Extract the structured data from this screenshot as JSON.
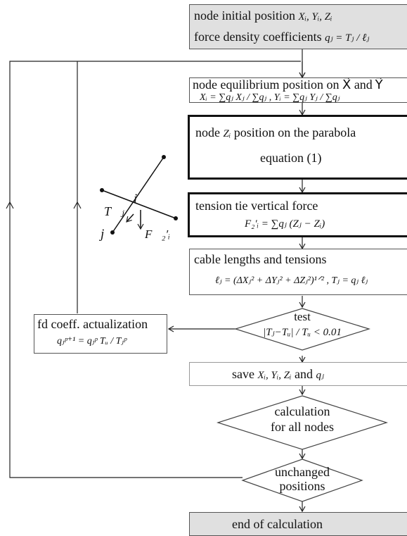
{
  "steps": {
    "init_line1": "node initial position",
    "init_math1": "Xᵢ, Yᵢ, Zᵢ",
    "init_line2": "force density coefficients",
    "init_math2": "qⱼ = Tⱼ / ℓⱼ",
    "equil_line1": "node equilibrium position on X⃗ and Y⃗",
    "equil_math": "Xᵢ = ∑qⱼ Xⱼ / ∑qⱼ , Yᵢ = ∑qⱼ Yⱼ / ∑qⱼ",
    "parab_line1": "node",
    "parab_math": "Zᵢ",
    "parab_line1b": "position on the parabola",
    "parab_line2": "equation (1)",
    "tie_line1": "tension tie vertical force",
    "tie_math": "F₂′ᵢ = ∑qⱼ (Zⱼ − Zᵢ)",
    "cable_line1": "cable lengths and tensions",
    "cable_math": "ℓⱼ = (ΔXⱼ² + ΔYⱼ² + ΔZⱼ²)¹ᐟ² , Tⱼ = qⱼ ℓⱼ",
    "test_label": "test",
    "test_math": "|Tⱼ−Tᵤ| / Tᵤ < 0.01",
    "fd_line1": "fd coeff. actualization",
    "fd_math": "qⱼᵖ⁺¹ = qⱼᵖ Tᵤ / Tⱼᵖ",
    "save_label": "save",
    "save_math": "Xᵢ, Yᵢ, Zᵢ",
    "save_and": "and",
    "save_math2": "qⱼ",
    "calc_line1": "calculation",
    "calc_line2": "for all nodes",
    "unch_line1": "unchanged",
    "unch_line2": "positions",
    "end_label": "end of calculation"
  },
  "sketch": {
    "label_i": "i",
    "label_j": "j",
    "label_T": "T⃗ⱼ",
    "label_F": "F⃗₂′ᵢ"
  }
}
